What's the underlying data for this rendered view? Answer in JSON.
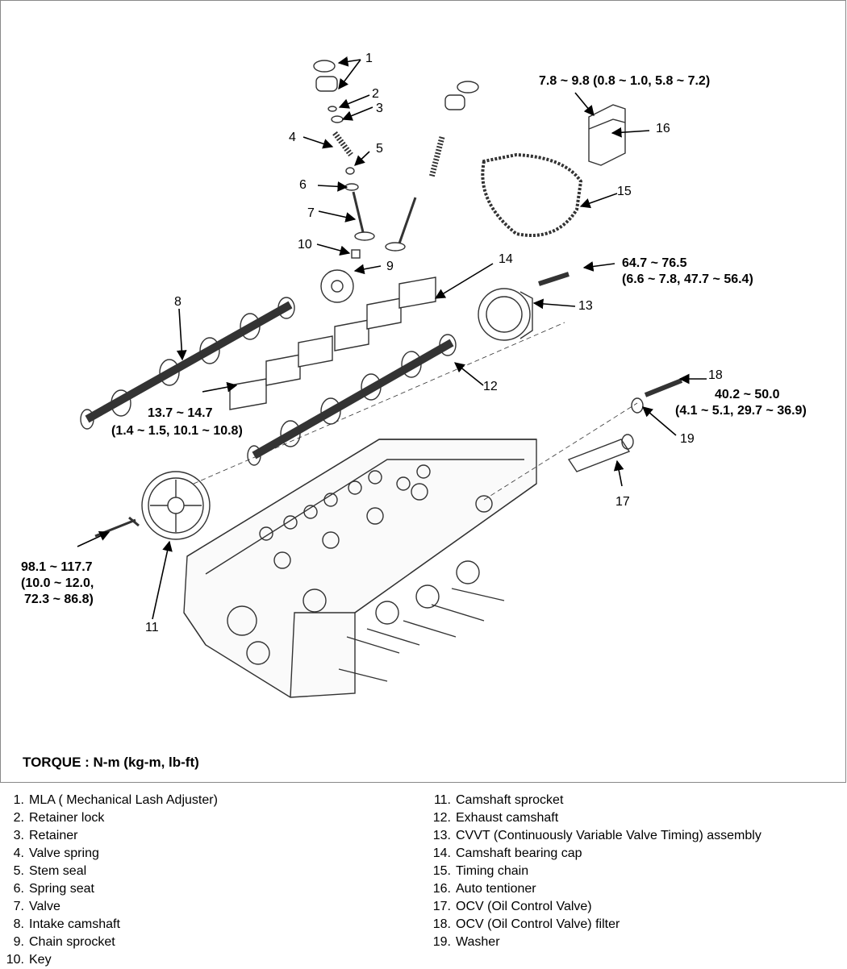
{
  "callouts": {
    "c1": "1",
    "c2": "2",
    "c3": "3",
    "c4": "4",
    "c5": "5",
    "c6": "6",
    "c7": "7",
    "c8": "8",
    "c9": "9",
    "c10": "10",
    "c11": "11",
    "c12": "12",
    "c13": "13",
    "c14": "14",
    "c15": "15",
    "c16": "16",
    "c17": "17",
    "c18": "18",
    "c19": "19"
  },
  "torques": {
    "tensioner": "7.8 ~ 9.8 (0.8 ~ 1.0, 5.8 ~ 7.2)",
    "cvvt_l1": "64.7 ~ 76.5",
    "cvvt_l2": "(6.6 ~ 7.8, 47.7 ~ 56.4)",
    "ocv_filter_l1": "40.2 ~ 50.0",
    "ocv_filter_l2": "(4.1 ~ 5.1, 29.7 ~ 36.9)",
    "bearing_cap_l1": "13.7 ~ 14.7",
    "bearing_cap_l2": "(1.4 ~ 1.5, 10.1 ~ 10.8)",
    "sprocket_l1": "98.1 ~ 117.7",
    "sprocket_l2": "(10.0 ~ 12.0,",
    "sprocket_l3": "72.3 ~ 86.8)"
  },
  "torque_legend": "TORQUE : N-m (kg-m, lb-ft)",
  "parts_left": [
    {
      "num": "1.",
      "name": "MLA ( Mechanical Lash Adjuster)"
    },
    {
      "num": "2.",
      "name": "Retainer lock"
    },
    {
      "num": "3.",
      "name": "Retainer"
    },
    {
      "num": "4.",
      "name": "Valve spring"
    },
    {
      "num": "5.",
      "name": "Stem seal"
    },
    {
      "num": "6.",
      "name": "Spring seat"
    },
    {
      "num": "7.",
      "name": "Valve"
    },
    {
      "num": "8.",
      "name": "Intake camshaft"
    },
    {
      "num": "9.",
      "name": "Chain sprocket"
    },
    {
      "num": "10.",
      "name": "Key"
    }
  ],
  "parts_right": [
    {
      "num": "11.",
      "name": "Camshaft sprocket"
    },
    {
      "num": "12.",
      "name": "Exhaust camshaft"
    },
    {
      "num": "13.",
      "name": "CVVT (Continuously Variable Valve Timing) assembly"
    },
    {
      "num": "14.",
      "name": "Camshaft bearing cap"
    },
    {
      "num": "15.",
      "name": "Timing chain"
    },
    {
      "num": "16.",
      "name": "Auto tentioner"
    },
    {
      "num": "17.",
      "name": "OCV (Oil Control Valve)"
    },
    {
      "num": "18.",
      "name": "OCV (Oil Control Valve) filter"
    },
    {
      "num": "19.",
      "name": "Washer"
    }
  ]
}
